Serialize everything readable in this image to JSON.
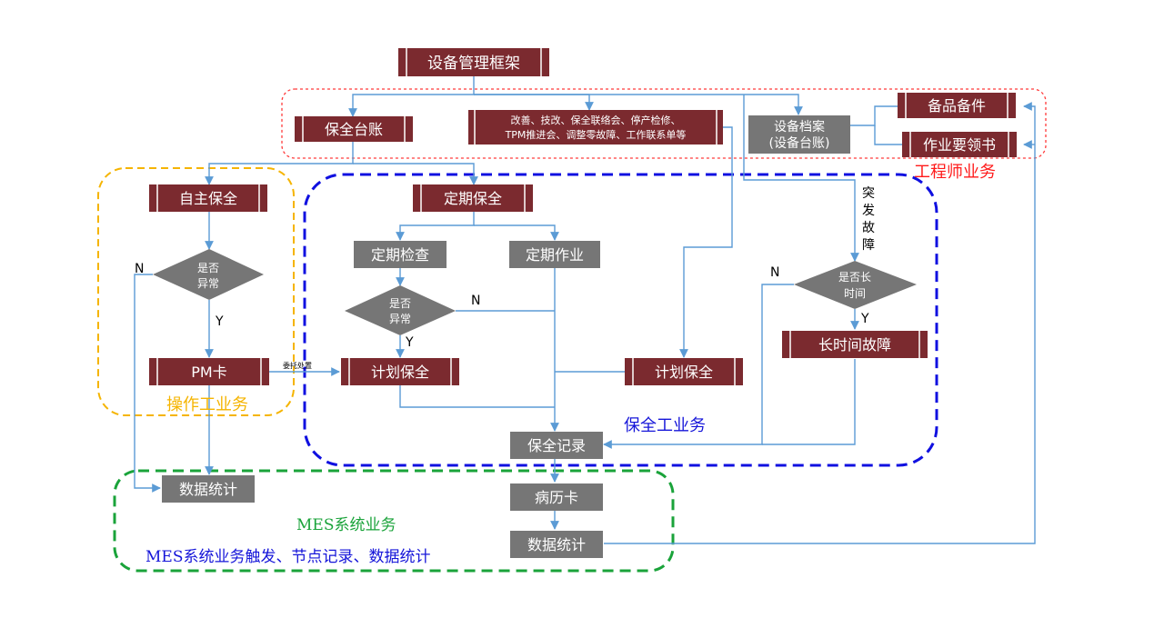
{
  "colors": {
    "maroon": "#7b2a2f",
    "gray": "#767676",
    "edge": "#5b9bd5",
    "red_region": "#ff3b3b",
    "yellow_region": "#f5b400",
    "blue_region": "#1010e0",
    "green_region": "#1aa33a",
    "engineer_label": "#ff1a1a",
    "operate_label": "#f5b400",
    "maint_label": "#1515d9",
    "mes_label": "#1aa33a",
    "mes_sub_label": "#1515d9"
  },
  "nodes": {
    "top": "设备管理框架",
    "ledger": "保全台账",
    "improve_line1": "改善、技改、保全联络会、停产检修、",
    "improve_line2": "TPM推进会、调整零故障、工作联系单等",
    "archive_line1": "设备档案",
    "archive_line2": "(设备台账)",
    "spare": "备品备件",
    "guide": "作业要领书",
    "self_maint": "自主保全",
    "self_check_line1": "是否",
    "self_check_line2": "异常",
    "pm_card": "PM卡",
    "regular": "定期保全",
    "regular_inspect": "定期检查",
    "regular_work": "定期作业",
    "reg_check_line1": "是否",
    "reg_check_line2": "异常",
    "plan_left": "计划保全",
    "plan_right": "计划保全",
    "long_check_line1": "是否长",
    "long_check_line2": "时间",
    "long_fault": "长时间故障",
    "maint_record": "保全记录",
    "medical_card": "病历卡",
    "stats_left": "数据统计",
    "stats_bottom": "数据统计"
  },
  "edge_labels": {
    "self_n": "N",
    "self_y": "Y",
    "reg_n": "N",
    "reg_y": "Y",
    "long_n": "N",
    "long_y": "Y",
    "sudden_1": "突",
    "sudden_2": "发",
    "sudden_3": "故",
    "sudden_4": "障",
    "delegate": "委托处置"
  },
  "regions": {
    "engineer": "工程师业务",
    "operate": "操作工业务",
    "maintenance": "保全工业务",
    "mes": "MES系统业务",
    "mes_sub": "MES系统业务触发、节点记录、数据统计"
  }
}
